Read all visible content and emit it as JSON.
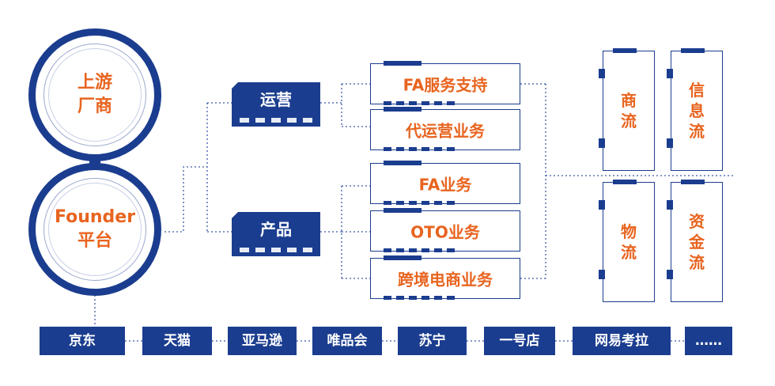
{
  "circles": {
    "upstream": [
      "上游",
      "厂商"
    ],
    "founder": [
      "Founder",
      "平台"
    ]
  },
  "categories": {
    "ops": "运营",
    "product": "产品"
  },
  "services": [
    "FA服务支持",
    "代运营业务",
    "FA业务",
    "OTO业务",
    "跨境电商业务"
  ],
  "flows": [
    [
      "商",
      "流"
    ],
    [
      "信",
      "息",
      "流"
    ],
    [
      "物",
      "流"
    ],
    [
      "资",
      "金",
      "流"
    ]
  ],
  "channels": [
    "京东",
    "天猫",
    "亚马逊",
    "唯品会",
    "苏宁",
    "一号店",
    "网易考拉",
    "……"
  ],
  "colors": {
    "primary": "#1b3d8f",
    "accent": "#e8641f"
  }
}
